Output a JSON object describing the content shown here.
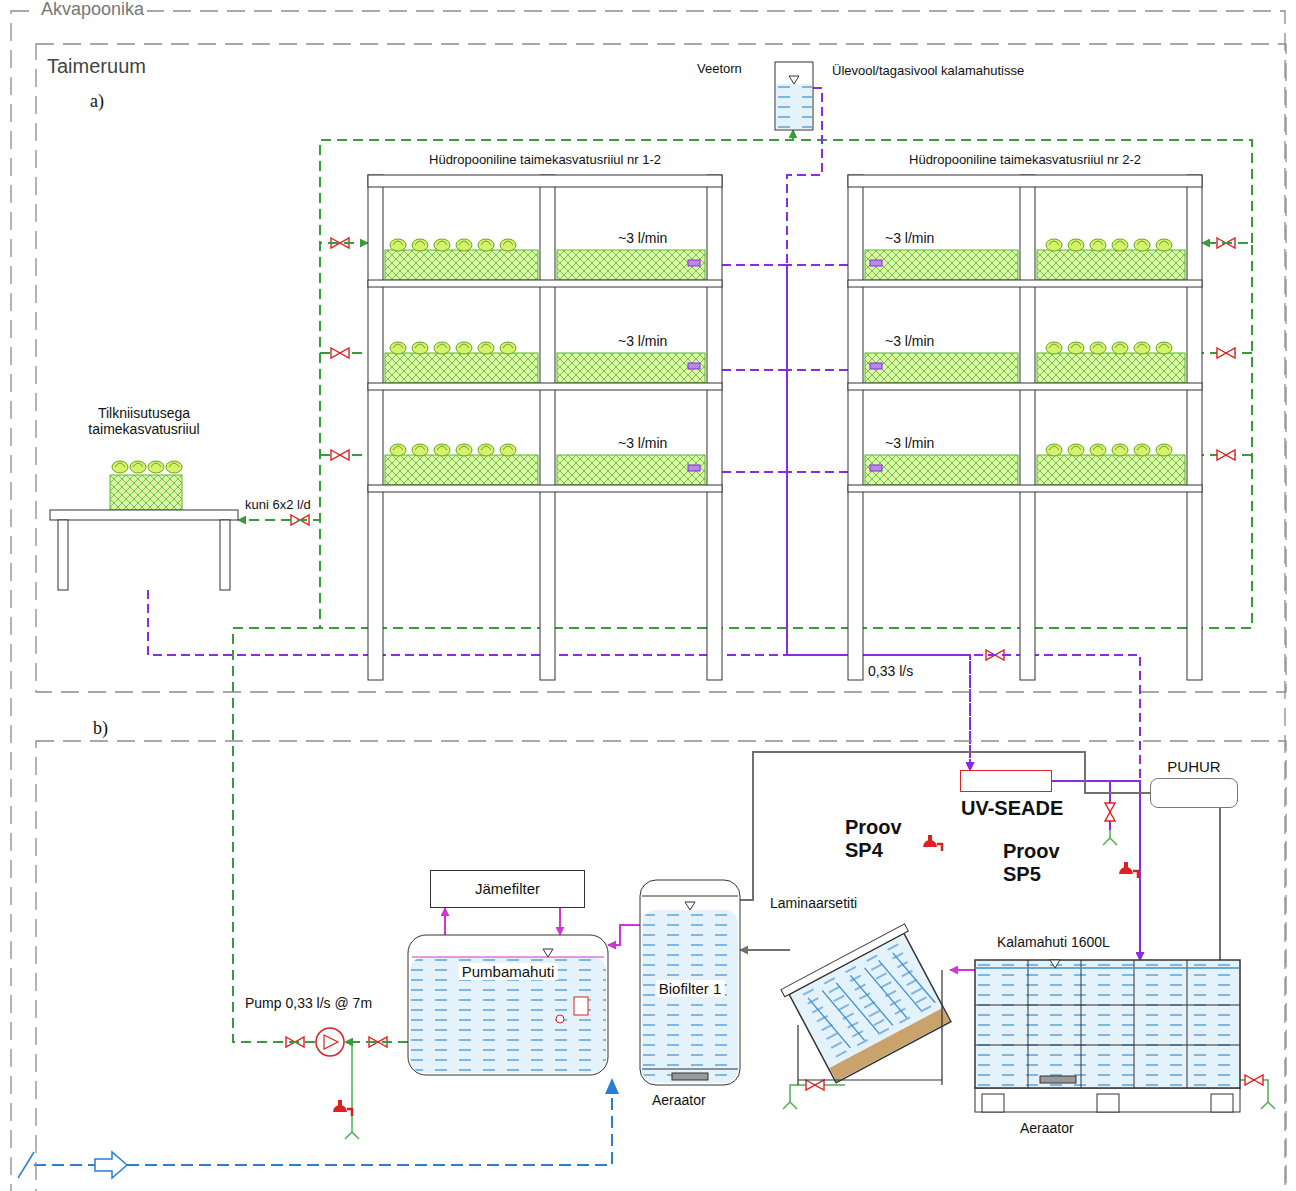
{
  "diagram": {
    "nodes": [
      {
        "text": [
          "Akvapoonika"
        ]
      },
      {
        "text": [
          "Taimeruum",
          "a)"
        ],
        "in": 0
      },
      {
        "text": [
          "b)"
        ],
        "in": 0
      },
      {
        "text": [
          "Veetorn"
        ],
        "in": 1
      },
      {
        "text": [
          "Hüdropooniline taimekasvatusriiul nr 1-2"
        ],
        "in": 1
      },
      {
        "text": [
          "Hüdropooniline taimekasvatusriiul nr 2-2"
        ],
        "in": 1
      },
      {
        "text": [
          "Tilkniisutusega taimekasvatusriiul"
        ],
        "in": 1
      },
      {
        "text": [
          "UV-SEADE"
        ],
        "in": 2
      },
      {
        "text": [
          "PUHUR"
        ],
        "in": 2
      },
      {
        "text": [
          "Jämefilter"
        ],
        "in": 2
      },
      {
        "text": [
          "Pumbamahuti"
        ],
        "in": 2
      },
      {
        "text": [
          "Biofilter 1"
        ],
        "in": 2
      },
      {
        "text": [
          "Laminaarsetiti"
        ],
        "in": 2
      },
      {
        "text": [
          "Kalamahuti 1600L"
        ],
        "in": 2
      },
      {
        "text": [
          "Pump 0,33 l/s @ 7m"
        ],
        "in": 2
      }
    ],
    "edges": [
      {
        "from": 10,
        "to": 14,
        "arrow": "to"
      },
      {
        "from": 14,
        "to": 6,
        "arrow": "to",
        "label": "kuni 6x2 l/d"
      },
      {
        "from": 14,
        "to": 4,
        "arrow": "to"
      },
      {
        "from": 14,
        "to": 5,
        "arrow": "to"
      },
      {
        "from": 14,
        "to": 3,
        "arrow": "to"
      },
      {
        "from": 3,
        "to": 13,
        "arrow": "to"
      },
      {
        "from": 4,
        "to": 7,
        "arrow": "to",
        "label": "0,33 l/s"
      },
      {
        "from": 5,
        "to": 7,
        "arrow": "to"
      },
      {
        "from": 6,
        "to": 7,
        "arrow": "to"
      },
      {
        "from": 7,
        "to": 13,
        "arrow": "to"
      },
      {
        "from": 13,
        "to": 12,
        "arrow": "to"
      },
      {
        "from": 12,
        "to": 11,
        "arrow": "to"
      },
      {
        "from": 11,
        "to": 10,
        "arrow": "to"
      },
      {
        "from": 10,
        "to": 9,
        "arrow": "to"
      },
      {
        "from": 9,
        "to": 10,
        "arrow": "to"
      },
      {
        "from": 8,
        "to": 11,
        "arrow": "none"
      },
      {
        "from": 8,
        "to": 13,
        "arrow": "none"
      }
    ],
    "labels": [
      "~3 l/min",
      "~3 l/min",
      "~3 l/min",
      "~3 l/min",
      "~3 l/min",
      "~3 l/min",
      "Ülevool/tagasivool kalamahutisse",
      "Proov SP4",
      "Proov SP5",
      "Aeraator",
      "Aeraator"
    ]
  }
}
